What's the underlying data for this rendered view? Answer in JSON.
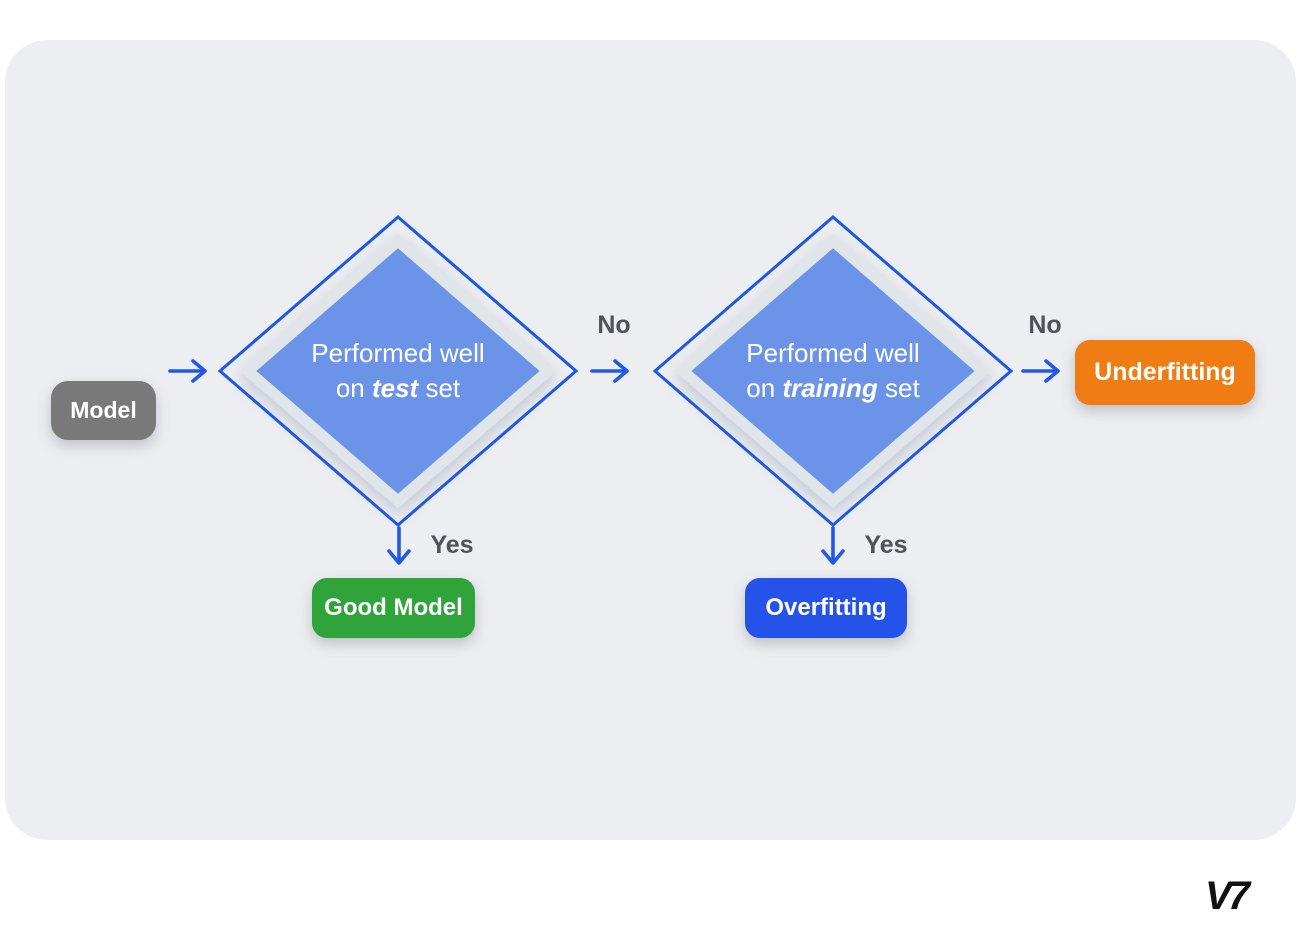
{
  "page": {
    "background": "#ffffff"
  },
  "canvas": {
    "background": "#edeef1"
  },
  "palette": {
    "arrow_blue": "#2257e8",
    "diamond_fill": "#6b94e8",
    "diamond_outline": "#1d57e5",
    "edge_label_gray": "#4f5256"
  },
  "nodes": {
    "model": {
      "label": "Model",
      "bg": "#797979",
      "text_color": "#ffffff"
    },
    "decision_test": {
      "line1": "Performed well",
      "line2_prefix": "on ",
      "line2_emphasis": "test",
      "line2_suffix": " set"
    },
    "decision_training": {
      "line1": "Performed well",
      "line2_prefix": "on ",
      "line2_emphasis": "training",
      "line2_suffix": " set"
    },
    "good_model": {
      "label": "Good Model",
      "bg": "#2ea43b",
      "text_color": "#ffffff"
    },
    "overfitting": {
      "label": "Overfitting",
      "bg": "#2553ea",
      "text_color": "#ffffff"
    },
    "underfitting": {
      "label": "Underfitting",
      "bg": "#ef7d14",
      "text_color": "#ffffff"
    }
  },
  "edge_labels": {
    "no_test": "No",
    "no_training": "No",
    "yes_test": "Yes",
    "yes_training": "Yes"
  },
  "logo": {
    "text": "V7"
  }
}
